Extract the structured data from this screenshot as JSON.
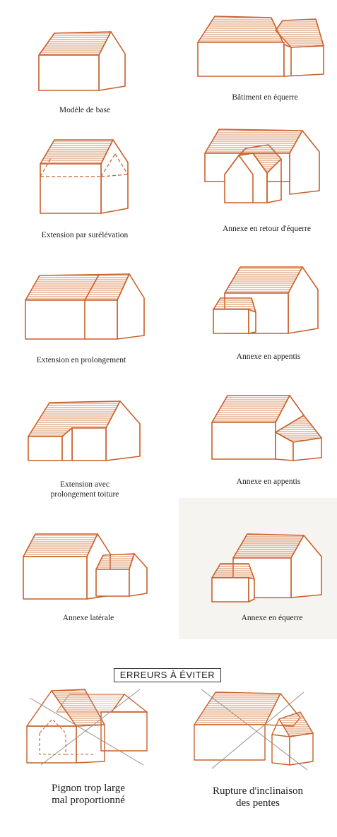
{
  "colors": {
    "ink": "#c8602a",
    "hatch": "#d98a5a",
    "text": "#1e1e1e",
    "paper": "#ffffff"
  },
  "figures": [
    {
      "id": "base",
      "caption": [
        "Modèle de base"
      ]
    },
    {
      "id": "equerre",
      "caption": [
        "Bâtiment en équerre"
      ]
    },
    {
      "id": "surelevation",
      "caption": [
        "Extension par surélévation"
      ]
    },
    {
      "id": "retour-equerre",
      "caption": [
        "Annexe en retour d'équerre"
      ]
    },
    {
      "id": "prolongement",
      "caption": [
        "Extension en prolongement"
      ]
    },
    {
      "id": "appentis-1",
      "caption": [
        "Annexe en appentis"
      ]
    },
    {
      "id": "prolongement-toiture",
      "caption": [
        "Extension avec",
        "prolongement toiture"
      ]
    },
    {
      "id": "appentis-2",
      "caption": [
        "Annexe en appentis"
      ]
    },
    {
      "id": "laterale",
      "caption": [
        "Annexe latérale"
      ]
    },
    {
      "id": "annexe-equerre",
      "caption": [
        "Annexe en équerre"
      ]
    }
  ],
  "errors": {
    "title": "ERREURS À ÉVITER",
    "items": [
      {
        "id": "pignon",
        "caption": [
          "Pignon trop large",
          "mal proportionné"
        ]
      },
      {
        "id": "rupture",
        "caption": [
          "Rupture d'inclinaison",
          "des pentes"
        ]
      }
    ]
  }
}
